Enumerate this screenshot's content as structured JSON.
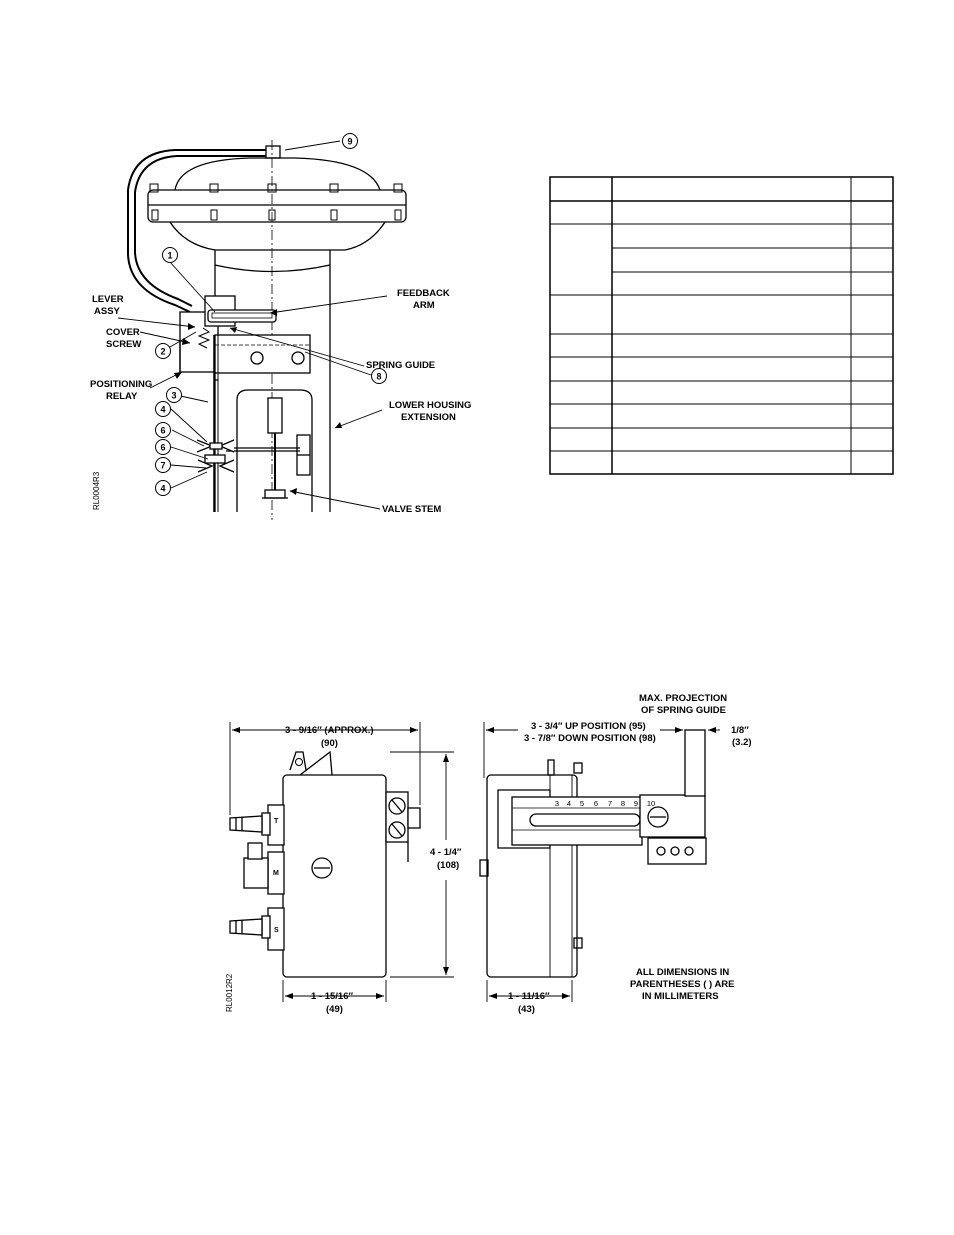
{
  "figure1": {
    "callouts": [
      "1",
      "2",
      "3",
      "4",
      "6",
      "6",
      "7",
      "4",
      "8",
      "9"
    ],
    "labels": {
      "lever_assy_1": "LEVER",
      "lever_assy_2": "ASSY",
      "cover_screw_1": "COVER",
      "cover_screw_2": "SCREW",
      "positioning_relay_1": "POSITIONING",
      "positioning_relay_2": "RELAY",
      "feedback_arm_1": "FEEDBACK",
      "feedback_arm_2": "ARM",
      "spring_guide": "SPRING GUIDE",
      "lower_housing_1": "LOWER HOUSING",
      "lower_housing_2": "EXTENSION",
      "valve_stem": "VALVE STEM"
    },
    "figure_id": "RL0004R3"
  },
  "parts_table": {
    "rows": 12
  },
  "figure2": {
    "figure_id": "RL0012R2",
    "dims": {
      "width_top": "3 - 9/16″ (APPROX.)",
      "width_top_mm": "(90)",
      "height": "4 - 1/4″",
      "height_mm": "(108)",
      "depth_bottom": "1 - 15/16″",
      "depth_bottom_mm": "(49)",
      "side_up": "3 - 3/4″ UP POSITION (95)",
      "side_down": "3 - 7/8″ DOWN POSITION (98)",
      "max_proj_1": "MAX. PROJECTION",
      "max_proj_2": "OF SPRING GUIDE",
      "proj": "1/8″",
      "proj_mm": "(3.2)",
      "side_bottom": "1 - 11/16″",
      "side_bottom_mm": "(43)"
    },
    "note_1": "ALL DIMENSIONS IN",
    "note_2": "PARENTHESES ( ) ARE",
    "note_3": "IN MILLIMETERS",
    "ports": [
      "T",
      "M",
      "S"
    ],
    "scale": [
      "3",
      "4",
      "5",
      "6",
      "7",
      "8",
      "9",
      "10"
    ]
  }
}
